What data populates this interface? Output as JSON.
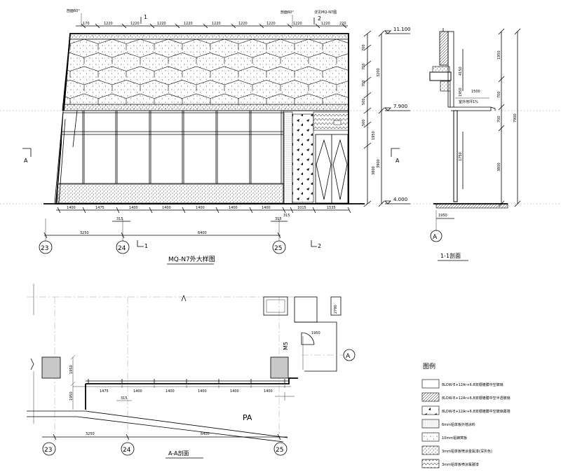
{
  "elevation": {
    "title": "MQ-N7外大样图",
    "top_ticks": [
      "170",
      "1220",
      "1220",
      "1220",
      "1220",
      "1220",
      "1220",
      "1220",
      "1220",
      "1220",
      "220"
    ],
    "bottom_dims": [
      "1400",
      "1475",
      "1400",
      "1400",
      "1400",
      "1400",
      "1400",
      "315",
      "1015",
      "1535"
    ],
    "sub_dims": [
      "315",
      "315"
    ],
    "overall_dims": [
      "3250",
      "6400"
    ],
    "left_note": "剖面60°",
    "right_note": "剖面60°",
    "top_right_note": "详见MQ-N7图",
    "right_dims_inner": [
      "700",
      "700",
      "700",
      "500",
      "500"
    ],
    "right_dims_outer": [
      "3200",
      "3900"
    ],
    "right_dims_mid": [
      "1950",
      "3800"
    ],
    "levels": [
      "11.100",
      "7.900",
      "4.000"
    ],
    "cut_marks": [
      "1",
      "2",
      "1",
      "2"
    ],
    "section_marks": [
      "A",
      "A"
    ],
    "axes": [
      "23",
      "24",
      "25"
    ]
  },
  "section11": {
    "title": "1-1剖面",
    "axis": "A",
    "dims": [
      "1950",
      "4150",
      "1950",
      "700",
      "700",
      "1750",
      "3800",
      "7900"
    ],
    "note": "1500",
    "note2": "室外地坪1%"
  },
  "sectionAA": {
    "title": "A-A剖面",
    "label_pa": "PA",
    "label_m5": "M5",
    "axis": "A",
    "dims_top": [
      "1475",
      "1400",
      "1400",
      "1400",
      "1400",
      "1400"
    ],
    "dim_315": "315",
    "overall": [
      "3250",
      "6400"
    ],
    "side_dims": [
      "1950",
      "1950"
    ],
    "small": [
      "2790"
    ],
    "axes": [
      "23",
      "24",
      "25"
    ]
  },
  "legend": {
    "title": "图例",
    "items": [
      "8LOW-E+12Ar+6.8双银镀膜中空玻璃",
      "8LOW-E+12Ar+6.8双银镀膜中空半透玻璃",
      "8LOW-E+12Ar+6.8双银镀膜中空玻璃幕墙",
      "6mm铝单板外墙涂料",
      "10mm铝蜂窝板",
      "3mm铝单板喷涂金属漆(深灰色)",
      "3mm铝单板喷涂氟碳漆"
    ]
  }
}
